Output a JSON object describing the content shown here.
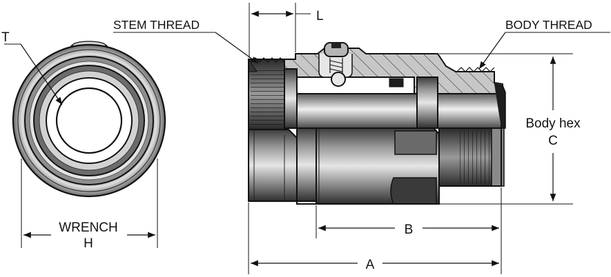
{
  "labels": {
    "t": "T",
    "stem_thread": "STEM THREAD",
    "l": "L",
    "body_thread": "BODY THREAD",
    "body_hex": "Body hex",
    "c": "C",
    "wrench": "WRENCH",
    "h": "H",
    "b": "B",
    "a": "A"
  },
  "colors": {
    "metal_dark": "#4a4a4a",
    "metal_mid": "#8c8c8c",
    "metal_light": "#d9d9d9",
    "section_fill": "#bdbdbd",
    "line": "#111111",
    "background": "#ffffff"
  }
}
